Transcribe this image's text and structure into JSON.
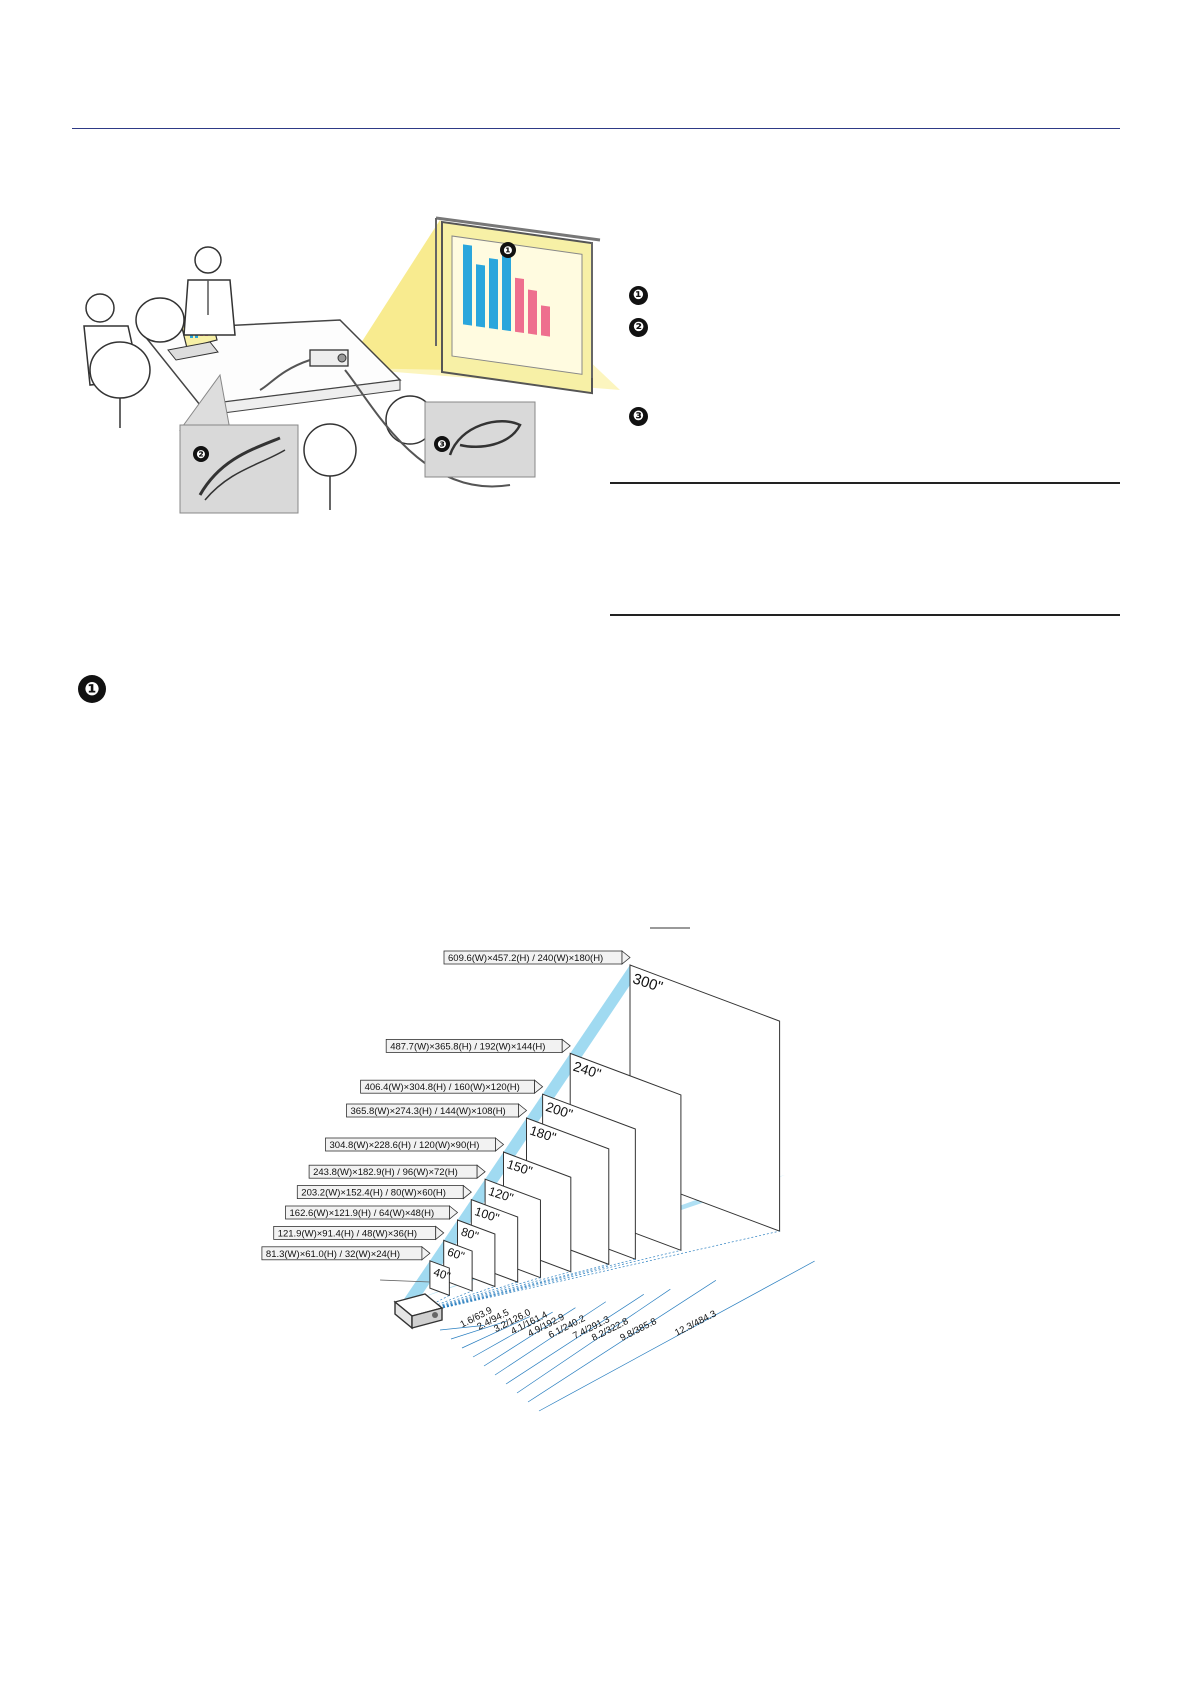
{
  "callouts": {
    "one": "❶",
    "two": "❷",
    "three": "❸"
  },
  "section_marker": "❶",
  "diagram": {
    "screen_sizes": [
      "40\"",
      "60\"",
      "80\"",
      "100\"",
      "120\"",
      "150\"",
      "180\"",
      "200\"",
      "240\"",
      "300\""
    ],
    "dimension_labels": [
      "81.3(W)×61.0(H) / 32(W)×24(H)",
      "121.9(W)×91.4(H) / 48(W)×36(H)",
      "162.6(W)×121.9(H) / 64(W)×48(H)",
      "203.2(W)×152.4(H) / 80(W)×60(H)",
      "243.8(W)×182.9(H) / 96(W)×72(H)",
      "304.8(W)×228.6(H) / 120(W)×90(H)",
      "365.8(W)×274.3(H) / 144(W)×108(H)",
      "406.4(W)×304.8(H) / 160(W)×120(H)",
      "487.7(W)×365.8(H) / 192(W)×144(H)",
      "609.6(W)×457.2(H) / 240(W)×180(H)"
    ],
    "distance_labels": [
      "1.6/63.9",
      "2.4/94.5",
      "3.2/126.0",
      "4.1/161.4",
      "4.9/192.9",
      "6.1/240.2",
      "7.4/291.3",
      "8.2/322.8",
      "9.8/385.8",
      "12.3/484.3"
    ]
  },
  "colors": {
    "rule": "#2e3a86",
    "beam": "#8fd3ef",
    "screen_yellow": "#f7f0a6",
    "bar_blue": "#2aa6dc",
    "bar_pink": "#ee6f8e"
  }
}
